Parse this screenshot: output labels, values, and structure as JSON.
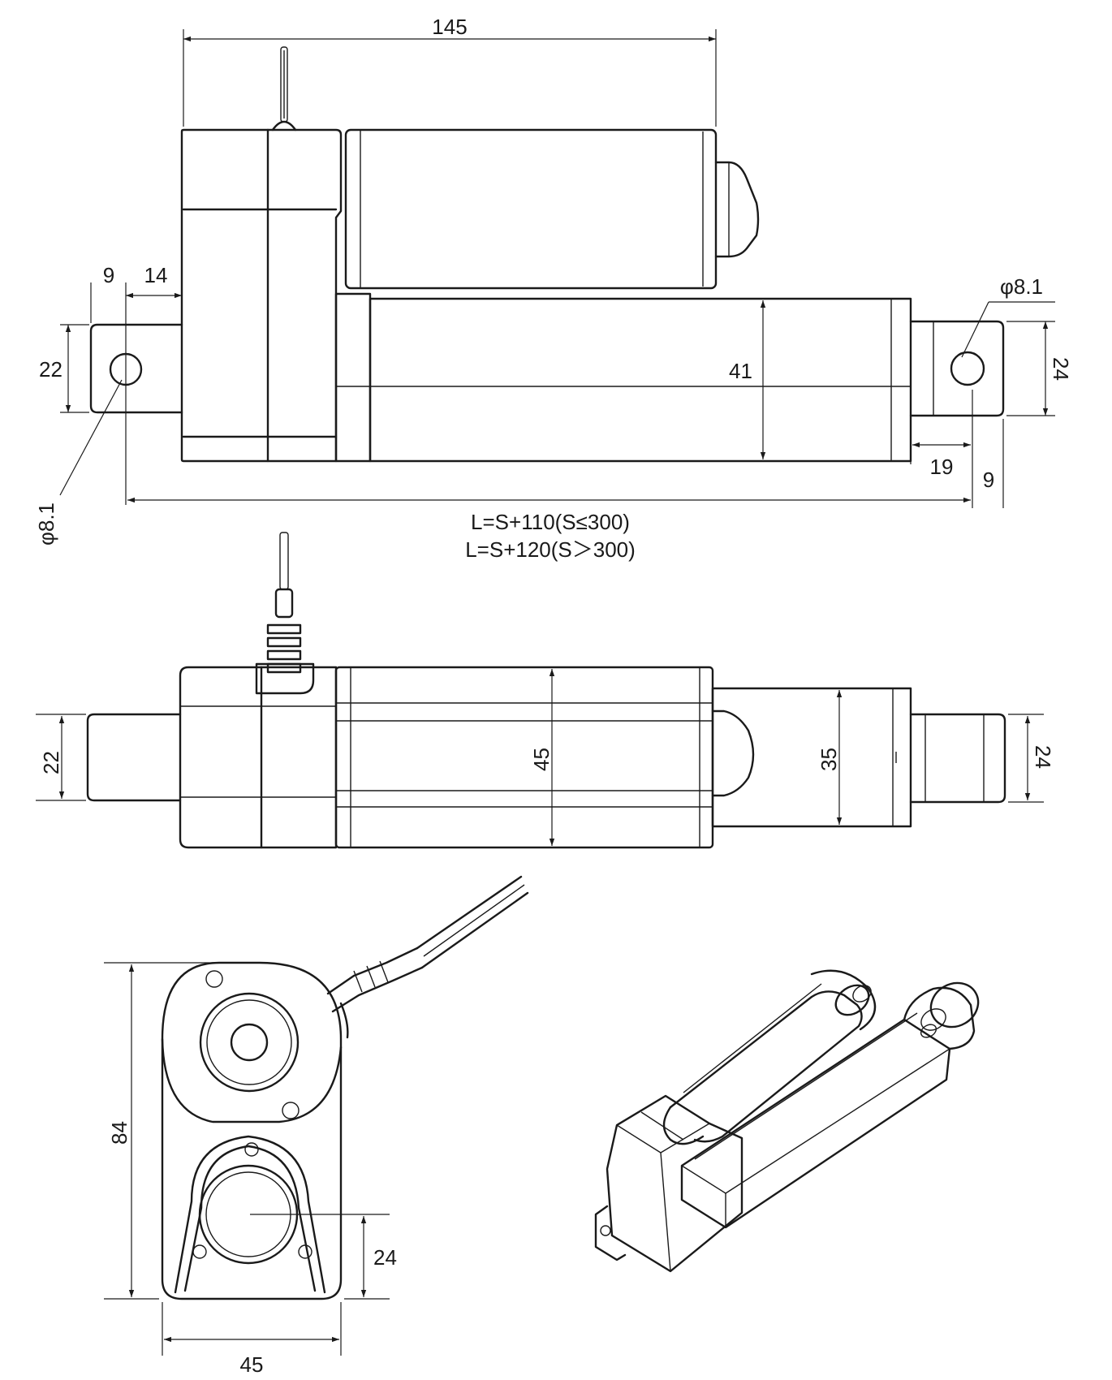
{
  "views": {
    "side": {
      "dims": {
        "overall_top": "145",
        "eye_offset": "9",
        "mount_len": "14",
        "clevis_height": "22",
        "hole_dia_left": "φ8.1",
        "tube_height": "41",
        "hole_dia_right": "φ8.1",
        "rod_height": "24",
        "rod_end_len": "19",
        "rod_eye_offset": "9"
      },
      "formula_line1": "L=S+110(S≤300)",
      "formula_line2": "L=S+120(S＞300)"
    },
    "top": {
      "dims": {
        "clevis_height": "22",
        "body_height": "45",
        "tube_height": "35",
        "rod_height": "24"
      }
    },
    "end": {
      "dims": {
        "height": "84",
        "axis_offset": "24",
        "width": "45"
      }
    }
  }
}
